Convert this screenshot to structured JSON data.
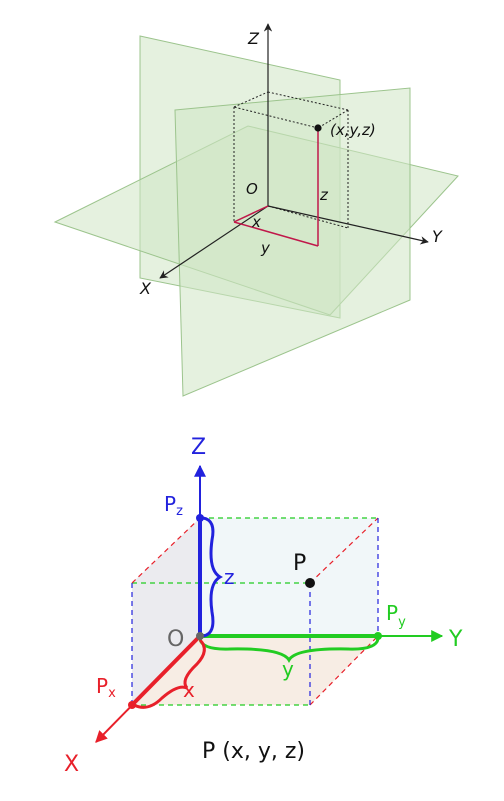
{
  "top_diagram": {
    "axis_labels": {
      "z": "Z",
      "y": "Y",
      "x": "X"
    },
    "origin_label": "O",
    "point_label": "(x,y,z)",
    "coord_labels": {
      "x": "x",
      "y": "y",
      "z": "z"
    },
    "plane_color": "#c8e0bc",
    "edge_color": "#c0184a"
  },
  "bottom_diagram": {
    "axis_labels": {
      "z": "Z",
      "y": "Y",
      "x": "X"
    },
    "origin_label": "O",
    "point_label": "P",
    "projection_labels": {
      "pz": {
        "main": "P",
        "sub": "z"
      },
      "py": {
        "main": "P",
        "sub": "y"
      },
      "px": {
        "main": "P",
        "sub": "x"
      }
    },
    "brace_labels": {
      "z": "z",
      "y": "y",
      "x": "x"
    },
    "caption": "P (x, y, z)",
    "colors": {
      "x": "#e8202a",
      "y": "#22cc22",
      "z": "#2222dd",
      "origin": "#666666"
    }
  }
}
